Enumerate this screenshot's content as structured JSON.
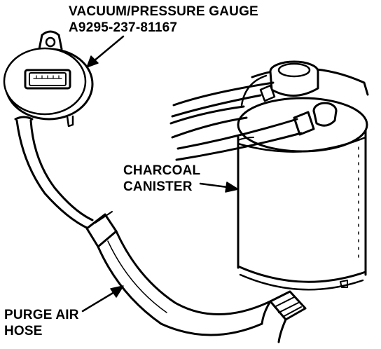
{
  "labels": {
    "gauge": {
      "line1": "VACUUM/PRESSURE GAUGE",
      "line2": "A9295-237-81167"
    },
    "canister": {
      "line1": "CHARCOAL",
      "line2": "CANISTER"
    },
    "hose": {
      "line1": "PURGE AIR",
      "line2": "HOSE"
    }
  },
  "colors": {
    "ink": "#000000",
    "paper": "#ffffff"
  }
}
